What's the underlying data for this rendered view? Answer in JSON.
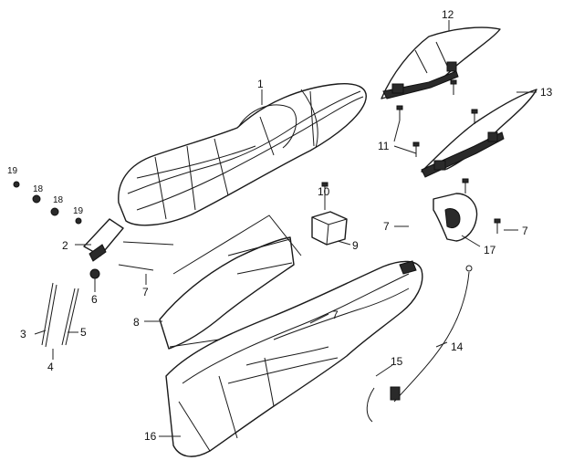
{
  "callouts": [
    {
      "id": "c1",
      "text": "1"
    },
    {
      "id": "c2",
      "text": "2"
    },
    {
      "id": "c3",
      "text": "3"
    },
    {
      "id": "c4",
      "text": "4"
    },
    {
      "id": "c5",
      "text": "5"
    },
    {
      "id": "c6",
      "text": "6"
    },
    {
      "id": "c7a",
      "text": "7"
    },
    {
      "id": "c7b",
      "text": "7"
    },
    {
      "id": "c7c",
      "text": "7"
    },
    {
      "id": "c7d",
      "text": "7"
    },
    {
      "id": "c8",
      "text": "8"
    },
    {
      "id": "c9",
      "text": "9"
    },
    {
      "id": "c10",
      "text": "10"
    },
    {
      "id": "c11",
      "text": "11"
    },
    {
      "id": "c12",
      "text": "12"
    },
    {
      "id": "c13",
      "text": "13"
    },
    {
      "id": "c14",
      "text": "14"
    },
    {
      "id": "c15",
      "text": "15"
    },
    {
      "id": "c16",
      "text": "16"
    },
    {
      "id": "c17",
      "text": "17"
    },
    {
      "id": "c18a",
      "text": "18"
    },
    {
      "id": "c18b",
      "text": "18"
    },
    {
      "id": "c19a",
      "text": "19"
    },
    {
      "id": "c19b",
      "text": "19"
    }
  ]
}
